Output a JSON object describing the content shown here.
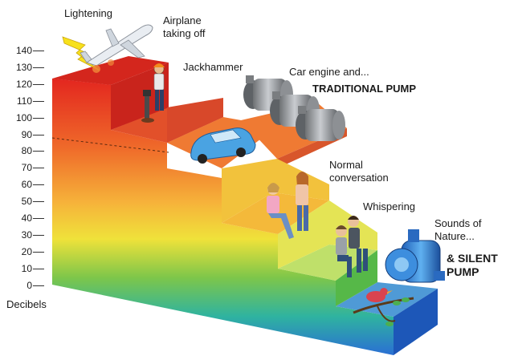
{
  "scale": {
    "unit_label": "Decibels",
    "ticks": [
      "140",
      "130",
      "120",
      "110",
      "100",
      "90",
      "80",
      "70",
      "60",
      "50",
      "40",
      "30",
      "20",
      "10",
      "0"
    ]
  },
  "labels": {
    "lightening": "Lightening",
    "airplane_line1": "Airplane",
    "airplane_line2": "taking off",
    "jackhammer": "Jackhammer",
    "car_engine": "Car engine and...",
    "traditional_pump": "TRADITIONAL PUMP",
    "normal_line1": "Normal",
    "normal_line2": "conversation",
    "whispering": "Whispering",
    "nature_line1": "Sounds of",
    "nature_line2": "Nature...",
    "silent_line1": "& SILENT",
    "silent_line2": "PUMP"
  },
  "colors": {
    "loud": "#e02a1e",
    "high": "#f3902c",
    "mid": "#f2e13a",
    "low": "#57b948",
    "quiet": "#2f7fd6"
  }
}
